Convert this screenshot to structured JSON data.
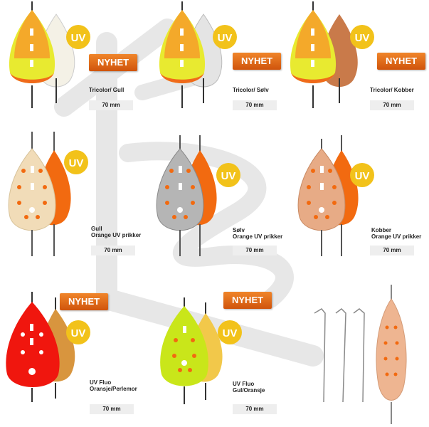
{
  "badge": "NYHET",
  "uv": "UV",
  "products": [
    {
      "name1": "Tricolor/ Gull",
      "name2": "",
      "size": "70 mm"
    },
    {
      "name1": "Tricolor/ Sølv",
      "name2": "",
      "size": "70 mm"
    },
    {
      "name1": "Tricolor/ Kobber",
      "name2": "",
      "size": "70 mm"
    },
    {
      "name1": "Gull",
      "name2": "Orange UV prikker",
      "size": "70 mm"
    },
    {
      "name1": "Sølv",
      "name2": "Orange UV prikker",
      "size": "70 mm"
    },
    {
      "name1": "Kobber",
      "name2": "Orange UV prikker",
      "size": "70 mm"
    },
    {
      "name1": "UV Fluo",
      "name2": "Oransje/Perlemor",
      "size": "70 mm"
    },
    {
      "name1": "UV Fluo",
      "name2": "Gul/Oransje",
      "size": "70 mm"
    }
  ],
  "colors": {
    "badge": "#e06a1c",
    "uv": "#f2c21a",
    "accent_orange": "#f26a10"
  }
}
